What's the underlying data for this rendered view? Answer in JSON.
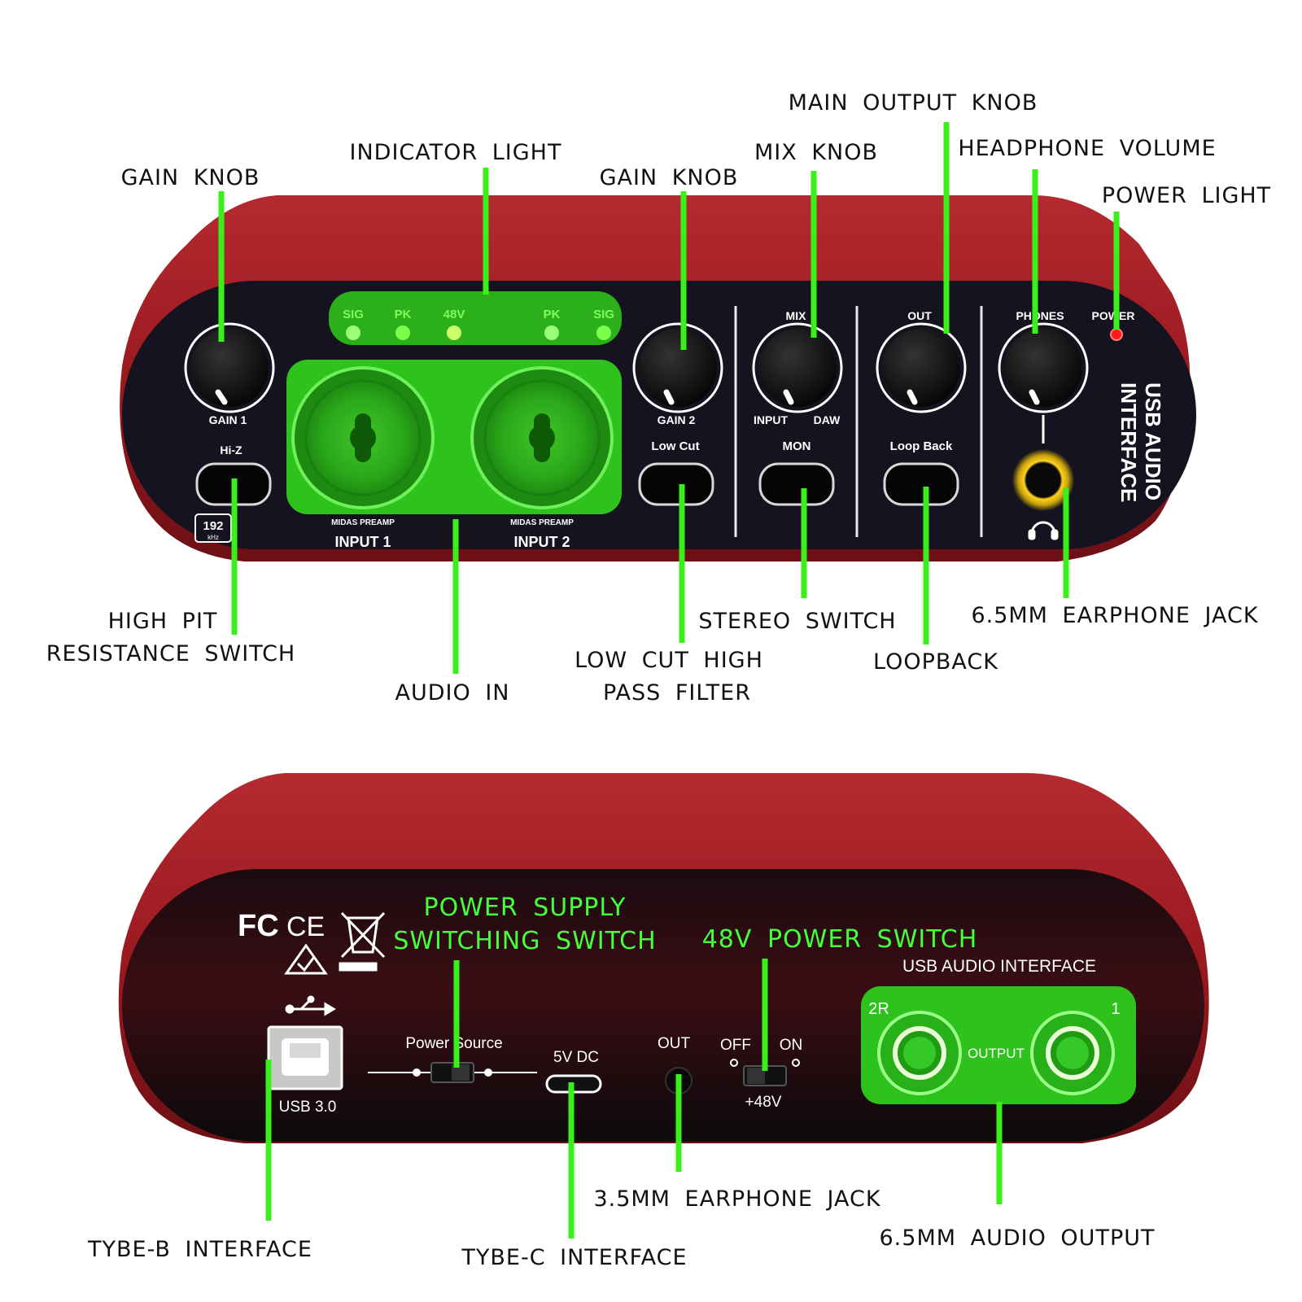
{
  "colors": {
    "shell": "#a01c22",
    "panel": "#14131f",
    "highlight": "#2dc21c",
    "leader": "#39f01a",
    "power_led": "#ff1a1a"
  },
  "front_panel": {
    "leds": [
      "SIG",
      "PK",
      "48V",
      "PK",
      "SIG"
    ],
    "gain1": "GAIN 1",
    "gain2": "GAIN 2",
    "hiz": "Hi-Z",
    "badge_top": "192",
    "badge_bottom": "kHz",
    "preamp_1": "MIDAS PREAMP",
    "preamp_2": "MIDAS PREAMP",
    "input1": "INPUT 1",
    "input2": "INPUT 2",
    "lowcut": "Low Cut",
    "mix": "MIX",
    "mix_input": "INPUT",
    "mix_daw": "DAW",
    "mon": "MON",
    "out": "OUT",
    "loopback": "Loop Back",
    "phones": "PHONES",
    "power": "POWER",
    "vertical_1": "USB AUDIO",
    "vertical_2": "INTERFACE"
  },
  "front_callouts": {
    "gain_knob_1": "GAIN KNOB",
    "indicator_light": "INDICATOR LIGHT",
    "gain_knob_2": "GAIN KNOB",
    "mix_knob": "MIX KNOB",
    "main_output_knob": "MAIN OUTPUT KNOB",
    "headphone_volume": "HEADPHONE VOLUME",
    "power_light": "POWER LIGHT",
    "high_pit_1": "HIGH PIT",
    "high_pit_2": "RESISTANCE SWITCH",
    "audio_in": "AUDIO IN",
    "low_cut_1": "LOW CUT HIGH",
    "low_cut_2": "PASS FILTER",
    "stereo_switch": "STEREO SWITCH",
    "loopback": "LOOPBACK",
    "earphone_jack_65": "6.5MM EARPHONE JACK"
  },
  "rear_panel": {
    "usb_type": "USB 3.0",
    "power_source": "Power Source",
    "dc": "5V DC",
    "out": "OUT",
    "off": "OFF",
    "on": "ON",
    "phantom": "+48V",
    "interface_title": "USB AUDIO INTERFACE",
    "out_2r": "2R",
    "out_1": "1",
    "output_label": "OUTPUT",
    "cert_fcc": "FC",
    "cert_ce": "CE"
  },
  "rear_callouts": {
    "power_supply_1": "POWER SUPPLY",
    "power_supply_2": "SWITCHING SWITCH",
    "power_48v": "48V POWER SWITCH",
    "tybe_b": "TYBE-B INTERFACE",
    "tybe_c": "TYBE-C INTERFACE",
    "earphone_jack_35": "3.5MM EARPHONE JACK",
    "audio_output_65": "6.5MM AUDIO OUTPUT"
  }
}
